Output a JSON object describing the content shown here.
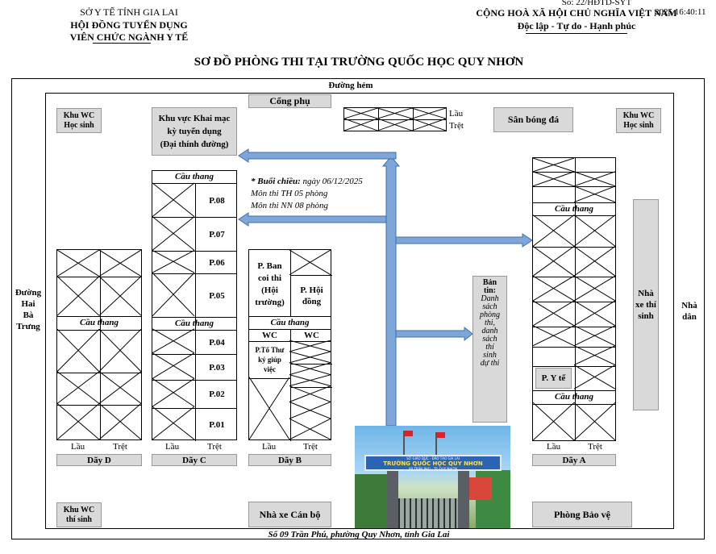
{
  "header": {
    "left_line1": "SỞ Y TẾ TỈNH GIA LAI",
    "left_line2": "HỘI ĐỒNG TUYỂN DỤNG",
    "left_line3": "VIÊN CHỨC NGÀNH Y TẾ",
    "right_line1": "CỘNG HOÀ XÃ HỘI CHỦ NGHĨA VIỆT NAM",
    "right_line2": "Độc lập - Tự do - Hạnh phúc",
    "doc_number": "Số: 22/HĐTD-SYT",
    "timestamp": "2025 16:40:11"
  },
  "title": "SƠ ĐỒ PHÒNG THI TẠI TRƯỜNG QUỐC HỌC QUY NHƠN",
  "streets": {
    "top": "Đường hẻm",
    "left": [
      "Đường",
      "Hai",
      "Bà",
      "Trưng"
    ],
    "right": [
      "Nhà",
      "dân"
    ],
    "bottom": "Số 09 Trần Phú, phường Quy Nhơn, tỉnh Gia Lai"
  },
  "labels": {
    "cong_phu": "Cổng phụ",
    "lau": "Lầu",
    "tret": "Trệt",
    "san_bong_da": "Sân bóng đá",
    "wc_hs_top_left": [
      "Khu WC",
      "Học sinh"
    ],
    "wc_hs_top_right": [
      "Khu WC",
      "Học sinh"
    ],
    "wc_ts": [
      "Khu WC",
      "thí sinh"
    ],
    "khai_mac": [
      "Khu vực Khai mạc",
      "kỳ tuyển dụng",
      "(Đại thính đường)"
    ],
    "cau_thang": "Cầu thang",
    "nha_xe_ts": [
      "Nhà",
      "xe thí",
      "sinh"
    ],
    "ban_tin_title": [
      "Bản",
      "tin:"
    ],
    "ban_tin_body": [
      "Danh",
      "sách",
      "phòng",
      "thi,",
      "danh",
      "sách",
      "thí",
      "sinh",
      "dự thi"
    ],
    "nha_xe_cb": "Nhà xe Cán bộ",
    "phong_bao_ve": "Phòng Bảo vệ",
    "p_ban_coi_thi": [
      "P. Ban",
      "coi thi",
      "(Hội",
      "trường)"
    ],
    "p_hoi_dong": [
      "P. Hội",
      "đồng"
    ],
    "wc": "WC",
    "p_to_thu_ky": [
      "P.Tổ Thư",
      "ký giúp",
      "việc"
    ],
    "p_y_te": "P. Y tế",
    "day_d": "Dãy D",
    "day_c": "Dãy C",
    "day_b": "Dãy B",
    "day_a": "Dãy A"
  },
  "rooms": [
    "P.08",
    "P.07",
    "P.06",
    "P.05",
    "P.04",
    "P.03",
    "P.02",
    "P.01"
  ],
  "session": {
    "line1_label": "* Buổi chiều:",
    "line1_value": " ngày 06/12/2025",
    "line2": "Môn thi TH 05 phòng",
    "line3": "Môn thi NN 08 phòng"
  },
  "school_photo": {
    "line1": "SỞ GIÁO DỤC - ĐÀO TẠO GIA LAI",
    "line2": "TRƯỜNG QUỐC HỌC QUY NHƠN",
    "line3": "09 TRẦN PHÚ - TP. QUY NHƠN"
  },
  "colors": {
    "arrow": "#7ea6d8",
    "arrow_border": "#3d6fb0",
    "gray_box": "#d9d9d9"
  }
}
